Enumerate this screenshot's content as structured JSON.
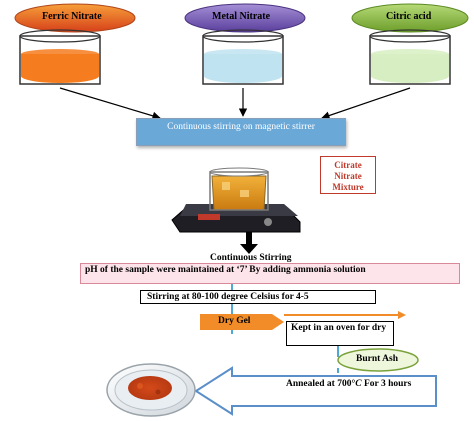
{
  "reagents": [
    {
      "label": "Ferric Nitrate",
      "liquid_color": "#f57d1f"
    },
    {
      "label": "Metal Nitrate",
      "liquid_color": "#bfe3f0"
    },
    {
      "label": "Citric acid",
      "liquid_color": "#d7eec2"
    }
  ],
  "steps": {
    "stirring": "Continuous stirring on magnetic stirrer",
    "citrate_label": "Citrate Nitrate Mixture",
    "continuous_stirring": "Continuous Stirring",
    "ph_note": "pH of the sample were maintained at ‘7’ By adding ammonia solution",
    "stirring_temp": "Stirring at 80-100 degree Celsius for 4-5",
    "dry_gel": "Dry Gel",
    "oven": "Kept in an oven for dry",
    "burnt_ash": "Burnt Ash",
    "annealed_prefix": "Annealed at 700°",
    "annealed_unit": "C",
    "annealed_suffix": " For 3 hours"
  },
  "colors": {
    "stir_box_fill": "#6aa8d8",
    "stir_box_border": "#8a9eb8",
    "pink_fill": "#fde4ea",
    "pink_border": "#d98a9a",
    "dry_gel_fill": "#f28c28",
    "burnt_ash_fill": "#eef6dc",
    "burnt_ash_border": "#7aa23a",
    "anneal_border": "#5b8fc9",
    "citrate_border": "#c0392b",
    "citrate_text": "#c0392b",
    "down_arrow": "#4fa7d3"
  }
}
